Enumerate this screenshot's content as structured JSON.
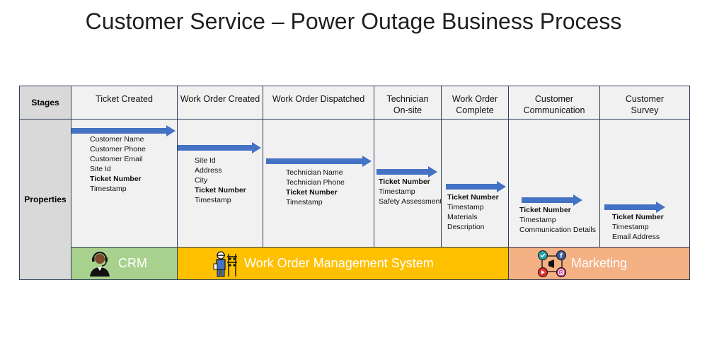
{
  "title": "Customer Service – Power Outage Business Process",
  "rows": {
    "stages": "Stages",
    "properties": "Properties"
  },
  "stages": [
    {
      "name": "Ticket Created",
      "properties": [
        {
          "text": "Customer Name",
          "bold": false
        },
        {
          "text": "Customer Phone",
          "bold": false
        },
        {
          "text": "Customer Email",
          "bold": false
        },
        {
          "text": "Site Id",
          "bold": false
        },
        {
          "text": "Ticket Number",
          "bold": true
        },
        {
          "text": "Timestamp",
          "bold": false
        }
      ]
    },
    {
      "name": "Work Order Created",
      "properties": [
        {
          "text": "Site Id",
          "bold": false
        },
        {
          "text": "Address",
          "bold": false
        },
        {
          "text": "City",
          "bold": false
        },
        {
          "text": "Ticket Number",
          "bold": true
        },
        {
          "text": "Timestamp",
          "bold": false
        }
      ]
    },
    {
      "name": "Work Order Dispatched",
      "properties": [
        {
          "text": "Technician Name",
          "bold": false
        },
        {
          "text": "Technician Phone",
          "bold": false
        },
        {
          "text": "Ticket Number",
          "bold": true
        },
        {
          "text": "Timestamp",
          "bold": false
        }
      ]
    },
    {
      "name": "Technician\nOn-site",
      "properties": [
        {
          "text": "Ticket Number",
          "bold": true
        },
        {
          "text": "Timestamp",
          "bold": false
        },
        {
          "text": "Safety Assessment",
          "bold": false
        }
      ]
    },
    {
      "name": "Work Order\nComplete",
      "properties": [
        {
          "text": "Ticket Number",
          "bold": true
        },
        {
          "text": "Timestamp",
          "bold": false
        },
        {
          "text": "Materials",
          "bold": false
        },
        {
          "text": "Description",
          "bold": false
        }
      ]
    },
    {
      "name": "Customer\nCommunication",
      "properties": [
        {
          "text": "Ticket Number",
          "bold": true
        },
        {
          "text": "Timestamp",
          "bold": false
        },
        {
          "text": "Communication Details",
          "bold": false
        }
      ]
    },
    {
      "name": "Customer\nSurvey",
      "properties": [
        {
          "text": "Ticket Number",
          "bold": true
        },
        {
          "text": "Timestamp",
          "bold": false
        },
        {
          "text": "Email Address",
          "bold": false
        }
      ]
    }
  ],
  "systems": [
    {
      "label": "CRM",
      "color": "#a9d18e",
      "icon": "customer-agent-icon"
    },
    {
      "label": "Work Order Management System",
      "color": "#ffc000",
      "icon": "field-technician-icon"
    },
    {
      "label": "Marketing",
      "color": "#f4b183",
      "icon": "social-media-icon"
    }
  ],
  "colors": {
    "arrow": "#4472c4",
    "border": "#2f3e5a",
    "cell": "#f1f1f1",
    "header": "#d9d9d9"
  }
}
